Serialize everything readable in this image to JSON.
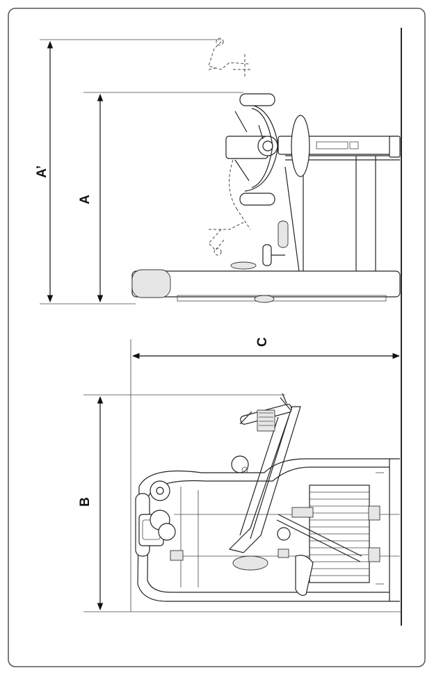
{
  "dimensions": {
    "a_prime": "A’",
    "a": "A",
    "b": "B",
    "c": "C"
  },
  "icons": {
    "top_view": "machine-top-view-icon",
    "side_view": "machine-side-view-icon"
  },
  "colors": {
    "line": "#222222",
    "border": "#555555",
    "background": "#ffffff"
  }
}
